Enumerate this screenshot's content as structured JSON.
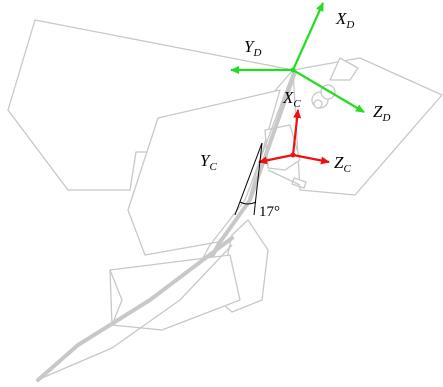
{
  "colors": {
    "frame_d_axes": "#22dd22",
    "frame_c_axes": "#ee1111",
    "airframe_outline": "#c8c8c8",
    "annotation": "#000000"
  },
  "frame_d": {
    "x_axis": {
      "letter": "X",
      "subscript": "D"
    },
    "y_axis": {
      "letter": "Y",
      "subscript": "D"
    },
    "z_axis": {
      "letter": "Z",
      "subscript": "D"
    }
  },
  "frame_c": {
    "x_axis": {
      "letter": "X",
      "subscript": "C"
    },
    "y_axis": {
      "letter": "Y",
      "subscript": "C"
    },
    "z_axis": {
      "letter": "Z",
      "subscript": "C"
    }
  },
  "tilt_angle_label": "17°"
}
